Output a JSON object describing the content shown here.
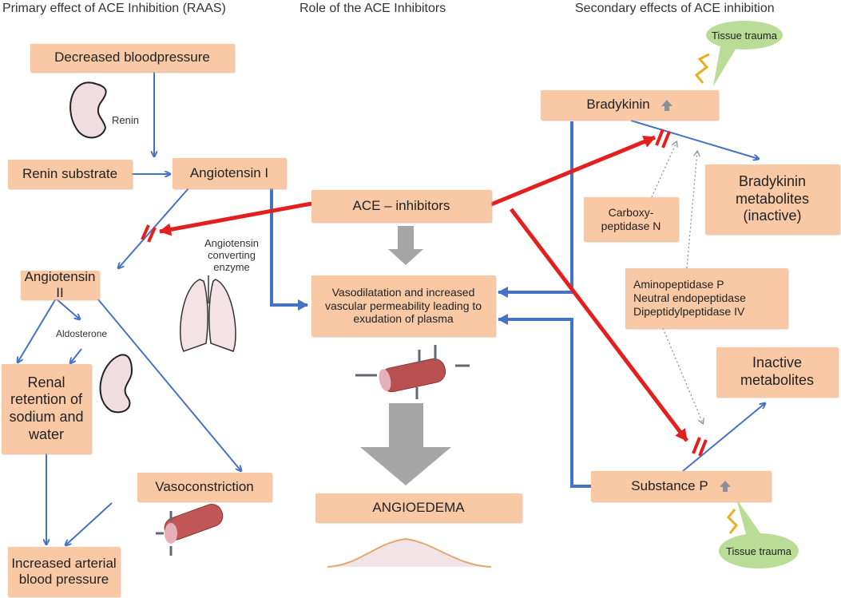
{
  "headers": {
    "primary": "Primary effect of ACE Inhibition (RAAS)",
    "role": "Role of the ACE Inhibitors",
    "secondary": "Secondary effects of ACE inhibition"
  },
  "primary": {
    "decreased_bp": "Decreased bloodpressure",
    "renin_label": "Renin",
    "renin_substrate": "Renin substrate",
    "angiotensin_1": "Angiotensin I",
    "ace_label": "Angiotensin converting enzyme",
    "angiotensin_2": "Angiotensin II",
    "aldosterone_label": "Aldosterone",
    "renal_retention": "Renal retention of sodium and water",
    "vasoconstriction": "Vasoconstriction",
    "increased_bp": "Increased arterial blood pressure"
  },
  "role": {
    "ace_inhibitors": "ACE – inhibitors",
    "vasodilatation": "Vasodilatation and increased vascular permeability leading to exudation of plasma",
    "angioedema": "ANGIOEDEMA"
  },
  "secondary": {
    "tissue_trauma_top": "Tissue  trauma",
    "bradykinin": "Bradykinin",
    "carboxypeptidase": "Carboxy-peptidase N",
    "bradykinin_metabolites": "Bradykinin metabolites (inactive)",
    "enzymes": [
      "Aminopeptidase P",
      "Neutral endopeptidase",
      "Dipeptidylpeptidase IV"
    ],
    "inactive_metabolites": "Inactive metabolites",
    "substance_p": "Substance P",
    "tissue_trauma_bottom": "Tissue trauma"
  },
  "colors": {
    "box": "#f8c9a4",
    "blue_arrow": "#4472c4",
    "red_arrow": "#e3201f",
    "gray_arrow": "#a6a6a6",
    "bubble": "#b9dd96"
  }
}
